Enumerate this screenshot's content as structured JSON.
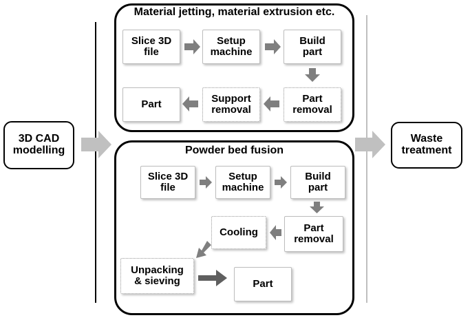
{
  "left_box": {
    "label": "3D CAD\nmodelling"
  },
  "right_box": {
    "label": "Waste\ntreatment"
  },
  "top_group": {
    "title": "Material jetting, material extrusion etc.",
    "steps": {
      "slice": "Slice 3D\nfile",
      "setup": "Setup\nmachine",
      "build": "Build\npart",
      "part_removal": "Part\nremoval",
      "support_removal": "Support\nremoval",
      "part": "Part"
    }
  },
  "bottom_group": {
    "title": "Powder bed fusion",
    "steps": {
      "slice": "Slice 3D\nfile",
      "setup": "Setup\nmachine",
      "build": "Build\npart",
      "part_removal": "Part\nremoval",
      "cooling": "Cooling",
      "unpacking": "Unpacking\n& sieving",
      "part": "Part"
    }
  },
  "colors": {
    "arrow": "#7f7f7f",
    "big_arrow": "#c0c0c0",
    "outline": "#000000",
    "box_border": "#bdbdbd"
  }
}
